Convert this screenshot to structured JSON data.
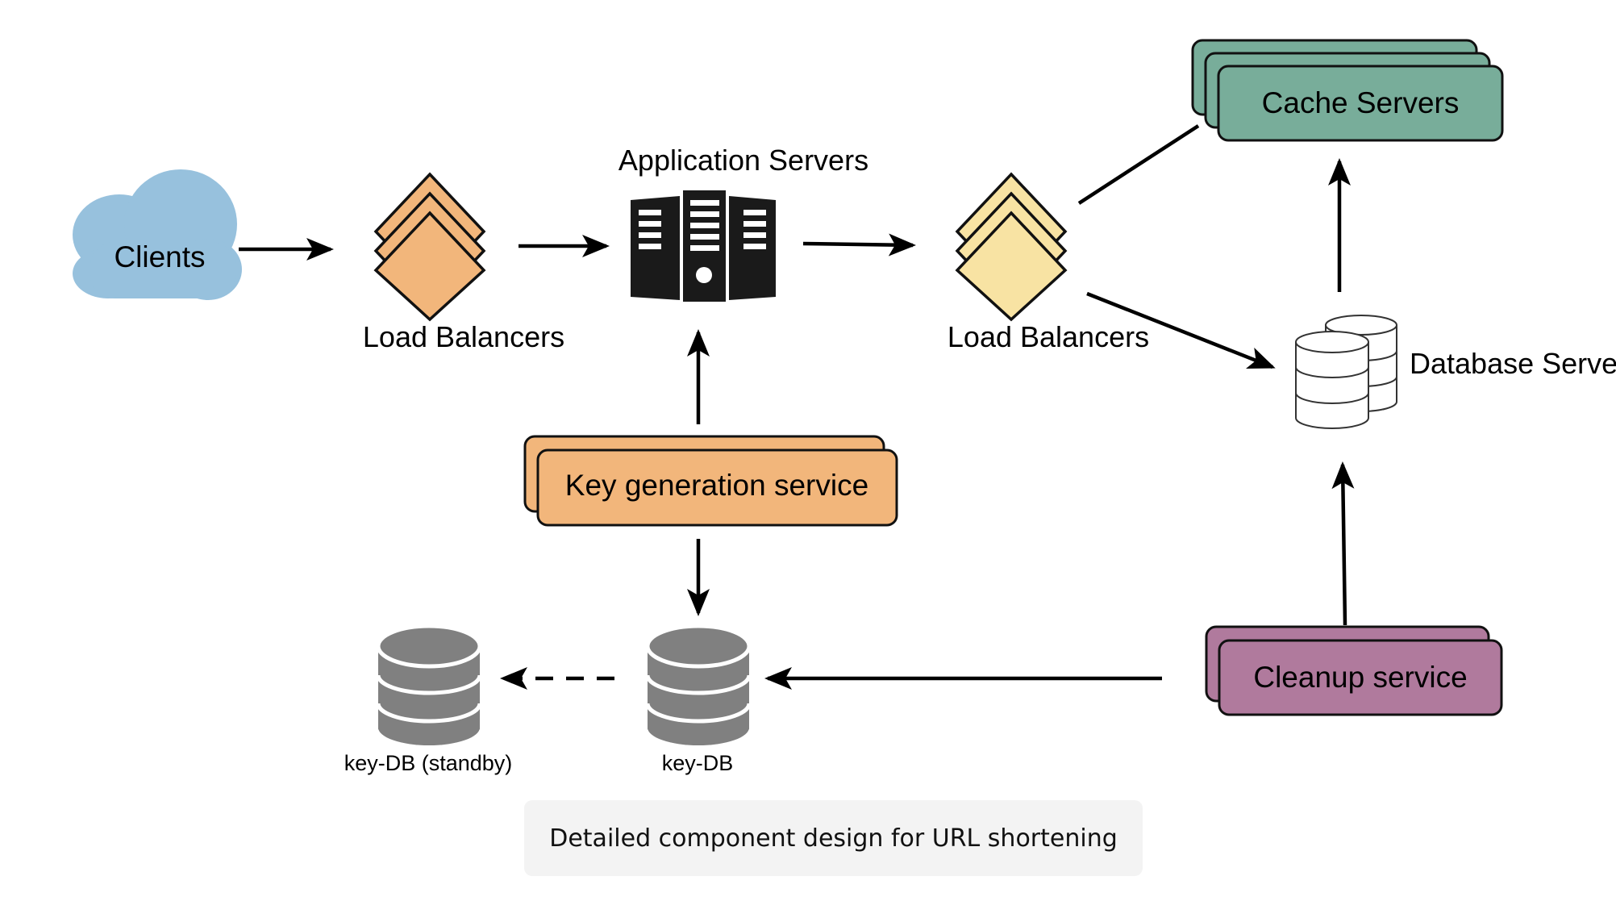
{
  "nodes": {
    "clients": {
      "label": "Clients",
      "icon": "cloud-icon",
      "color": "#97c1dd"
    },
    "load_balancers_1": {
      "label": "Load Balancers",
      "icon": "stacked-diamond-icon",
      "color": "#f2b67b"
    },
    "app_servers": {
      "label": "Application Servers",
      "icon": "server-rack-icon",
      "color": "#1a1a1a"
    },
    "load_balancers_2": {
      "label": "Load Balancers",
      "icon": "stacked-diamond-icon",
      "color": "#f8e3a3"
    },
    "cache_servers": {
      "label": "Cache Servers",
      "icon": "stacked-box-icon",
      "color": "#78ad9a"
    },
    "database_servers": {
      "label": "Database Serve",
      "icon": "database-cylinder-icon",
      "color": "#ffffff"
    },
    "key_gen": {
      "label": "Key generation service",
      "icon": "stacked-box-icon",
      "color": "#f2b67b"
    },
    "key_db": {
      "label": "key-DB",
      "icon": "database-icon",
      "color": "#808080"
    },
    "key_db_standby": {
      "label": "key-DB (standby)",
      "icon": "database-icon",
      "color": "#808080"
    },
    "cleanup": {
      "label": "Cleanup service",
      "icon": "stacked-box-icon",
      "color": "#b07a9d"
    }
  },
  "edges": [
    {
      "from": "clients",
      "to": "load_balancers_1",
      "style": "solid"
    },
    {
      "from": "load_balancers_1",
      "to": "app_servers",
      "style": "solid"
    },
    {
      "from": "app_servers",
      "to": "load_balancers_2",
      "style": "solid"
    },
    {
      "from": "load_balancers_2",
      "to": "cache_servers",
      "style": "line"
    },
    {
      "from": "load_balancers_2",
      "to": "database_servers",
      "style": "solid"
    },
    {
      "from": "database_servers",
      "to": "cache_servers",
      "style": "solid"
    },
    {
      "from": "key_gen",
      "to": "app_servers",
      "style": "solid"
    },
    {
      "from": "key_gen",
      "to": "key_db",
      "style": "solid"
    },
    {
      "from": "key_db",
      "to": "key_db_standby",
      "style": "dashed"
    },
    {
      "from": "cleanup",
      "to": "key_db",
      "style": "solid"
    },
    {
      "from": "cleanup",
      "to": "database_servers",
      "style": "solid"
    }
  ],
  "caption": "Detailed component design for URL shortening"
}
